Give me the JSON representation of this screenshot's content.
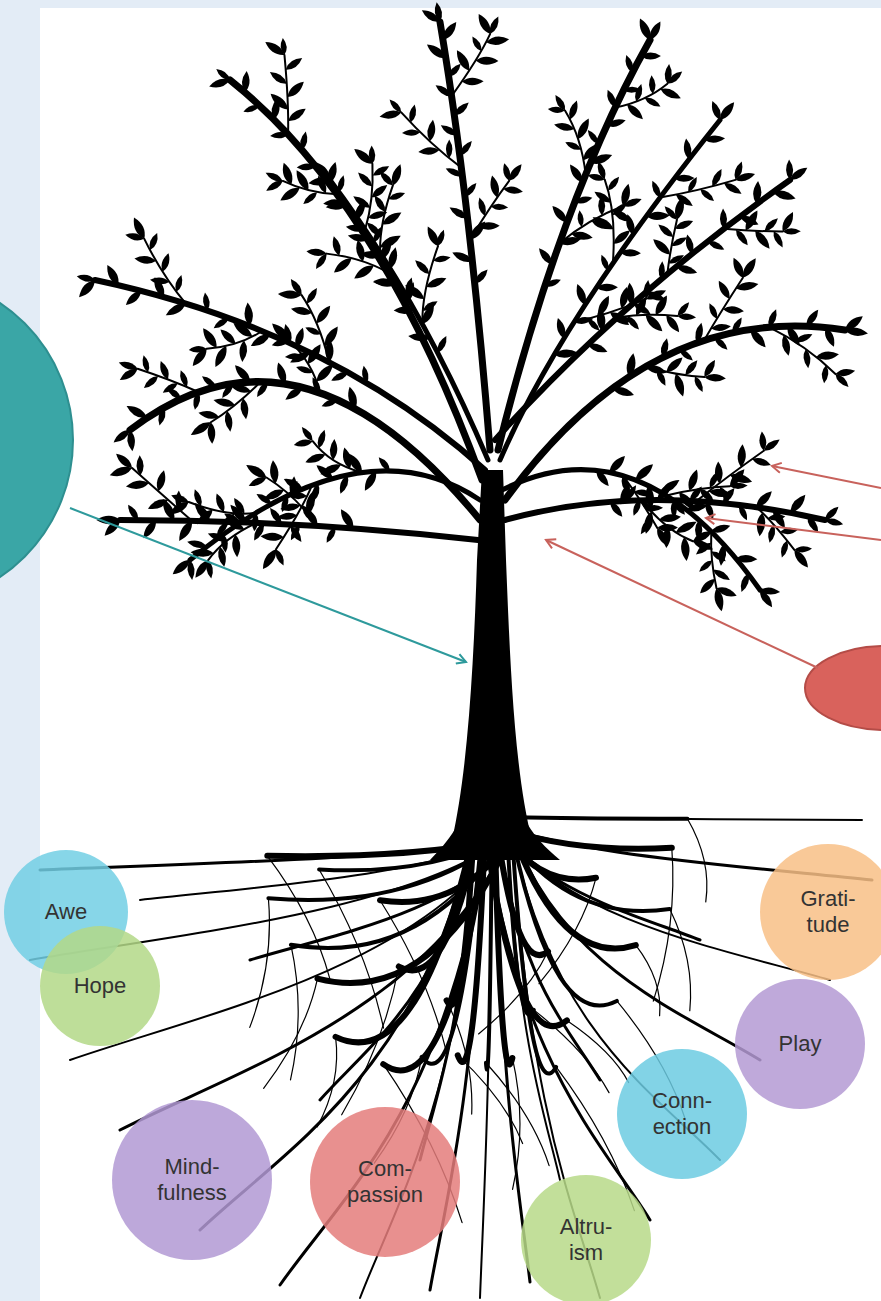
{
  "diagram": {
    "nodes": [
      {
        "text": [
          "Awe"
        ]
      },
      {
        "text": [
          "Hope"
        ]
      },
      {
        "text": [
          "Mind- fulness"
        ]
      },
      {
        "text": [
          "Com- passion"
        ]
      },
      {
        "text": [
          "Altru- ism"
        ]
      },
      {
        "text": [
          "Conn- ection"
        ]
      },
      {
        "text": [
          "Play"
        ]
      },
      {
        "text": [
          "Grati- tude"
        ]
      }
    ]
  }
}
